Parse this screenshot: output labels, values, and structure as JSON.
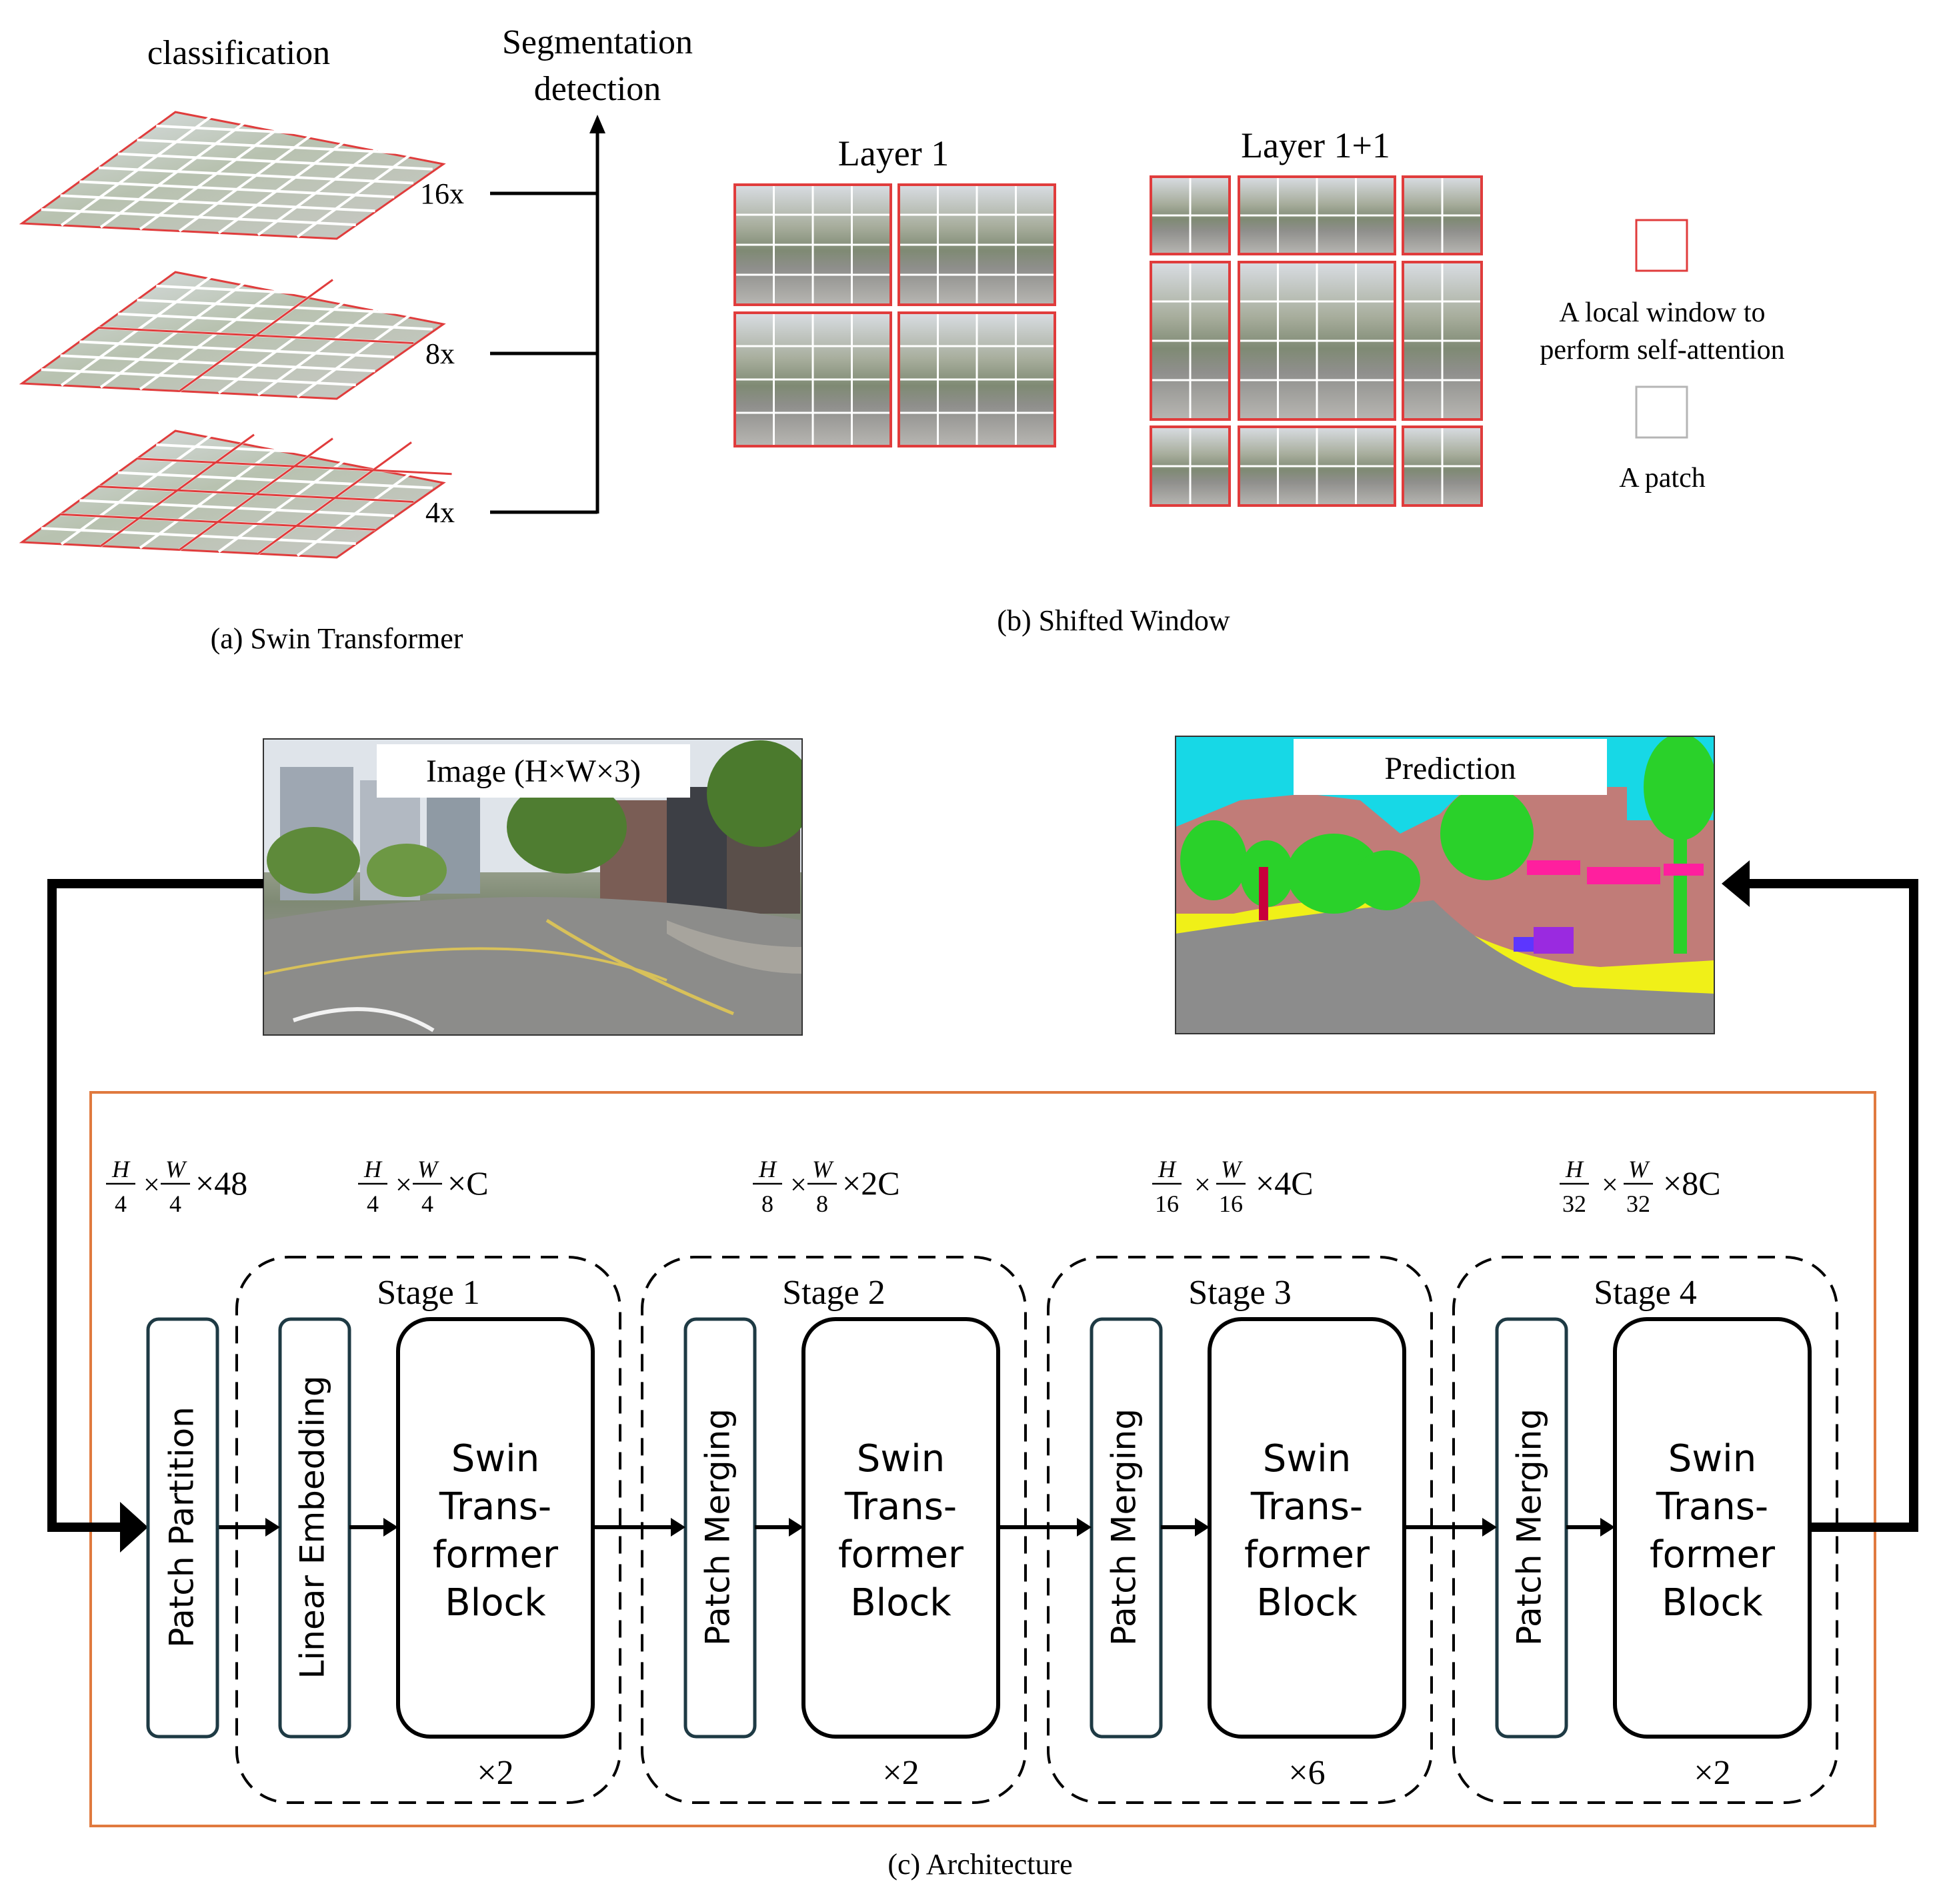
{
  "panel_a": {
    "label_classification": "classification",
    "label_seg_line1": "Segmentation",
    "label_seg_line2": "detection",
    "scale_16x": "16x",
    "scale_8x": "8x",
    "scale_4x": "4x",
    "caption": "(a) Swin Transformer"
  },
  "panel_b": {
    "layer1": "Layer 1",
    "layer2": "Layer 1+1",
    "legend_window_line1": "A local window to",
    "legend_window_line2": "perform self-attention",
    "legend_patch": "A patch",
    "caption": "(b) Shifted Window"
  },
  "panel_c": {
    "input_label": "Image (H×W×3)",
    "output_label": "Prediction",
    "caption": "(c) Architecture",
    "dims": [
      {
        "num": "H",
        "den": "4",
        "num2": "W",
        "den2": "4",
        "suffix": "×48"
      },
      {
        "num": "H",
        "den": "4",
        "num2": "W",
        "den2": "4",
        "suffix": "×C"
      },
      {
        "num": "H",
        "den": "8",
        "num2": "W",
        "den2": "8",
        "suffix": "×2C"
      },
      {
        "num": "H",
        "den": "16",
        "num2": "W",
        "den2": "16",
        "suffix": "×4C"
      },
      {
        "num": "H",
        "den": "32",
        "num2": "W",
        "den2": "32",
        "suffix": "×8C"
      }
    ],
    "patch_partition": "Patch Partition",
    "linear_embedding": "Linear Embedding",
    "patch_merging": "Patch Merging",
    "block_lines": [
      "Swin",
      "Trans-",
      "former",
      "Block"
    ],
    "stages": [
      {
        "title": "Stage 1",
        "repeat": "×2"
      },
      {
        "title": "Stage 2",
        "repeat": "×2"
      },
      {
        "title": "Stage 3",
        "repeat": "×6"
      },
      {
        "title": "Stage 4",
        "repeat": "×2"
      }
    ]
  },
  "colors": {
    "window_red": "#e03c3c",
    "frame_orange": "#e07a3f",
    "block_outline": "#1e3a44",
    "sky": "#17d8e6",
    "building": "#c17c78",
    "vegetation": "#2ad12a",
    "sidewalk": "#f0f018",
    "road": "#8c8c8c",
    "sign": "#ff1f9e"
  }
}
